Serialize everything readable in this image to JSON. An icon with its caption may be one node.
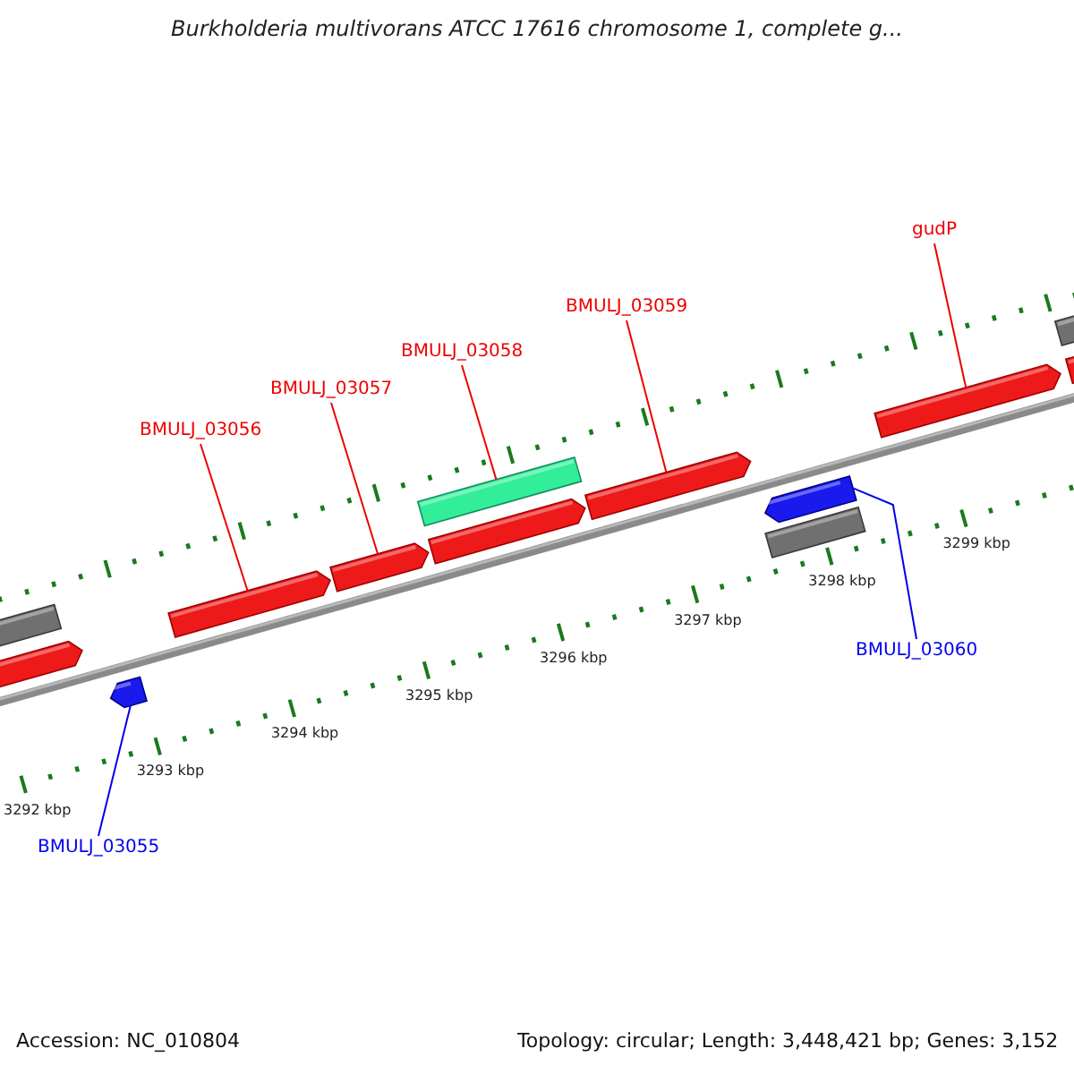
{
  "diagram": {
    "title": "Burkholderia multivorans ATCC 17616 chromosome 1, complete g...",
    "nodes": [
      {
        "text": [
          "gudP"
        ]
      },
      {
        "text": [
          "BMULJ_03059"
        ]
      },
      {
        "text": [
          "BMULJ_03058"
        ]
      },
      {
        "text": [
          "BMULJ_03057"
        ]
      },
      {
        "text": [
          "BMULJ_03056"
        ]
      },
      {
        "text": [
          "BMULJ_03060"
        ]
      },
      {
        "text": [
          "BMULJ_03055"
        ]
      },
      {
        "text": [],
        "shape": "bar"
      },
      {
        "text": [],
        "shape": "pentagon"
      },
      {
        "text": [],
        "shape": "pentagon"
      },
      {
        "text": [],
        "shape": "pentagon"
      },
      {
        "text": [],
        "shape": "pentagon"
      },
      {
        "text": [],
        "shape": "bar"
      },
      {
        "text": [],
        "shape": "pentagon"
      },
      {
        "text": [],
        "shape": "pentagon"
      },
      {
        "text": [],
        "shape": "pentagon"
      },
      {
        "text": [],
        "shape": "bar"
      },
      {
        "text": [],
        "shape": "pentagon"
      },
      {
        "text": [],
        "shape": "bar"
      },
      {
        "text": [],
        "shape": "pentagon"
      }
    ],
    "edges": [
      {
        "from": 0,
        "to": 17,
        "arrow": "none"
      },
      {
        "from": 1,
        "to": 14,
        "arrow": "none"
      },
      {
        "from": 2,
        "to": 12,
        "arrow": "none"
      },
      {
        "from": 3,
        "to": 11,
        "arrow": "none"
      },
      {
        "from": 4,
        "to": 10,
        "arrow": "none"
      },
      {
        "from": 5,
        "to": 15,
        "arrow": "none",
        "color": "#0000ee"
      },
      {
        "from": 6,
        "to": 9,
        "arrow": "none",
        "color": "#0000ee"
      }
    ],
    "labels": [
      "3292 kbp",
      "3293 kbp",
      "3294 kbp",
      "3295 kbp",
      "3296 kbp",
      "3297 kbp",
      "3298 kbp",
      "3299 kbp",
      "Accession: NC_010804",
      "Topology: circular; Length: 3,448,421 bp; Genes: 3,152"
    ]
  }
}
